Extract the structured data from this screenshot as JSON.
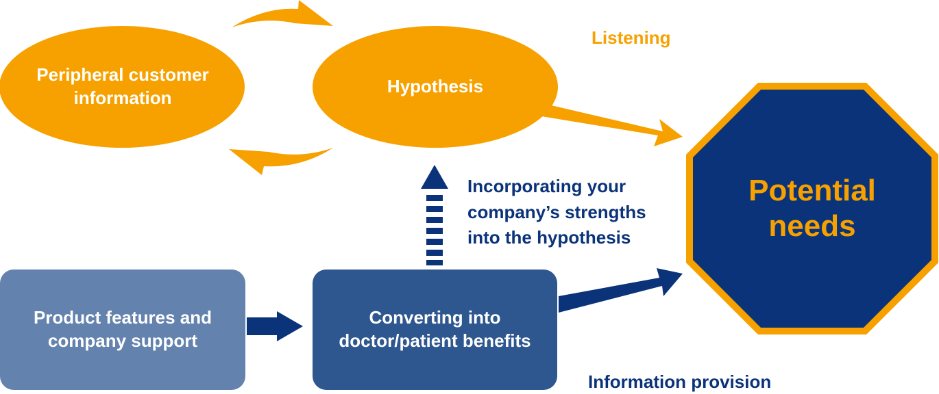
{
  "nodes": {
    "peripheral": {
      "lines": [
        "Peripheral customer",
        "information"
      ]
    },
    "hypothesis": {
      "lines": [
        "Hypothesis"
      ]
    },
    "product": {
      "lines": [
        "Product features and",
        "company support"
      ]
    },
    "converting": {
      "lines": [
        "Converting into",
        "doctor/patient benefits"
      ]
    },
    "potential": {
      "lines": [
        "Potential",
        "needs"
      ]
    }
  },
  "labels": {
    "listening": "Listening",
    "incorporating": [
      "Incorporating your",
      "company’s strengths",
      "into the hypothesis"
    ],
    "information_provision": "Information provision"
  },
  "colors": {
    "orange": "#F7A100",
    "navy": "#0B3379",
    "blue_dark": "#2E578F",
    "blue_light": "#6482AE",
    "white": "#FFFFFF"
  }
}
